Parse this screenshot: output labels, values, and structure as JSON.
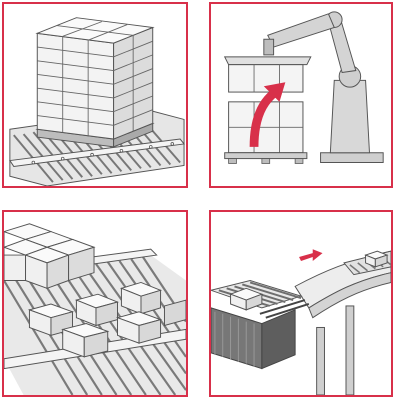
{
  "colors": {
    "frame": "#d8304a",
    "accent": "#d8304a",
    "line": "#555555",
    "fill_light": "#f2f2f2",
    "fill_mid": "#dedede",
    "fill_dark": "#b8b8b8"
  },
  "panels": [
    {
      "id": "pallet-on-conveyor",
      "icon": "pallet-conveyor-icon"
    },
    {
      "id": "robot-palletizing",
      "icon": "robot-arm-icon"
    },
    {
      "id": "boxes-on-roller-conveyor",
      "icon": "roller-conveyor-icon"
    },
    {
      "id": "box-transfer-conveyor",
      "icon": "transfer-conveyor-icon"
    }
  ]
}
